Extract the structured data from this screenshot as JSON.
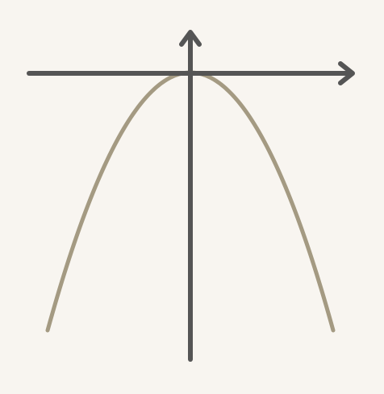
{
  "colors": {
    "background": "#f8f5f0",
    "axis": "#555555",
    "curve": "#a49a82"
  },
  "diagram": {
    "type": "coordinate-plane",
    "curve": {
      "kind": "parabola",
      "opens": "down",
      "vertex_position": "at-origin"
    },
    "axes": {
      "x_arrow": "right",
      "y_arrow": "up",
      "y_extends": "down-below-curve"
    },
    "labels": []
  }
}
